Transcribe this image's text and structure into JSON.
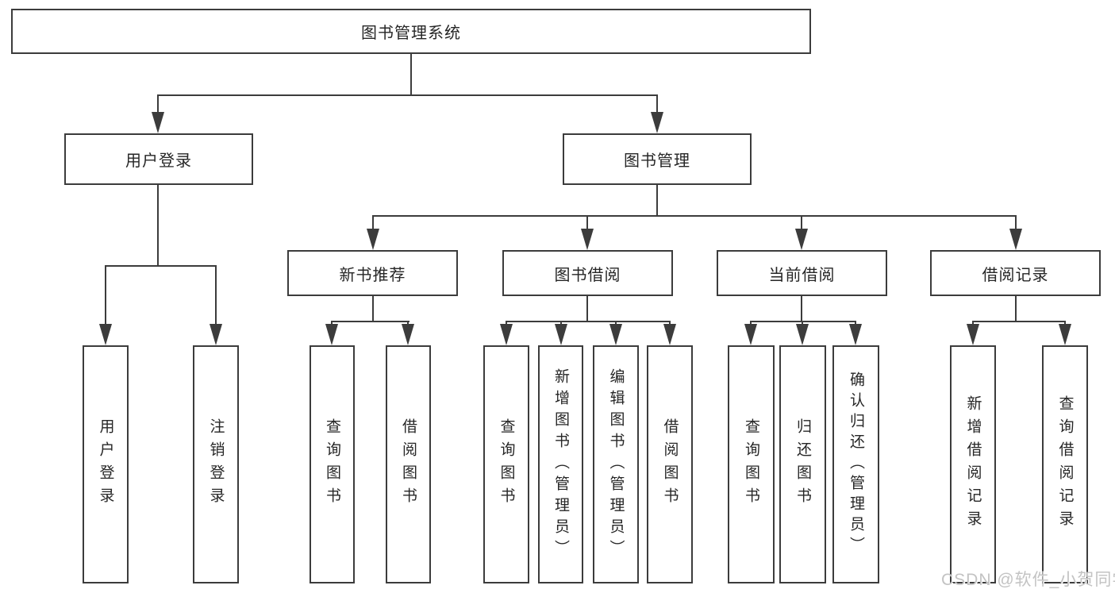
{
  "diagram": {
    "type": "tree",
    "nodes": {
      "root": "图书管理系统",
      "user_login": "用户登录",
      "book_mgmt": "图书管理",
      "new_book": "新书推荐",
      "book_borrow": "图书借阅",
      "current_borrow": "当前借阅",
      "borrow_records": "借阅记录",
      "leaves": {
        "user_login": [
          "用户登录",
          "注销登录"
        ],
        "new_book": [
          "查询图书",
          "借阅图书"
        ],
        "book_borrow": [
          "查询图书",
          "新增图书（管理员）",
          "编辑图书（管理员）",
          "借阅图书"
        ],
        "current_borrow": [
          "查询图书",
          "归还图书",
          "确认归还（管理员）"
        ],
        "borrow_records": [
          "新增借阅记录",
          "查询借阅记录"
        ]
      }
    },
    "hierarchy": {
      "图书管理系统": [
        "用户登录",
        "图书管理"
      ],
      "用户登录": [
        "用户登录",
        "注销登录"
      ],
      "图书管理": [
        "新书推荐",
        "图书借阅",
        "当前借阅",
        "借阅记录"
      ],
      "新书推荐": [
        "查询图书",
        "借阅图书"
      ],
      "图书借阅": [
        "查询图书",
        "新增图书（管理员）",
        "编辑图书（管理员）",
        "借阅图书"
      ],
      "当前借阅": [
        "查询图书",
        "归还图书",
        "确认归还（管理员）"
      ],
      "借阅记录": [
        "新增借阅记录",
        "查询借阅记录"
      ]
    }
  },
  "watermark": "CSDN @软件_小贺同学",
  "colors": {
    "line": "#3c3c3c",
    "text": "#262626",
    "background": "#ffffff",
    "watermark": "#c3c3c3"
  }
}
